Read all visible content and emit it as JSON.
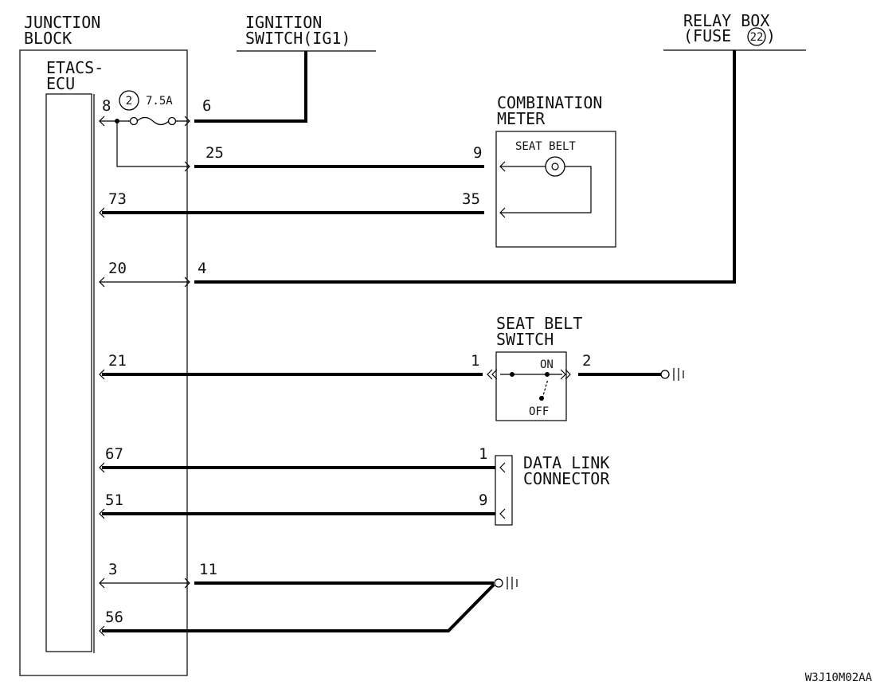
{
  "components": {
    "junction_block": "JUNCTION\nBLOCK",
    "etacs_ecu": "ETACS-\nECU",
    "ignition_switch": "IGNITION\nSWITCH(IG1)",
    "relay_box_line1": "RELAY BOX",
    "relay_box_line2": "(FUSE",
    "relay_box_line2_end": ")",
    "relay_box_fuse_no": "22",
    "combination_meter": "COMBINATION\nMETER",
    "seat_belt_indicator": "SEAT BELT",
    "seat_belt_switch": "SEAT BELT\nSWITCH",
    "switch_on": "ON",
    "switch_off": "OFF",
    "data_link_connector": "DATA LINK\nCONNECTOR"
  },
  "fuse": {
    "number": "2",
    "rating": "7.5A"
  },
  "pins": {
    "ecu_8": "8",
    "jb_6": "6",
    "jb_25": "25",
    "meter_9": "9",
    "ecu_73": "73",
    "meter_35": "35",
    "ecu_20": "20",
    "jb_4": "4",
    "ecu_21": "21",
    "sw_1": "1",
    "sw_2": "2",
    "ecu_67": "67",
    "dlc_1": "1",
    "ecu_51": "51",
    "dlc_9": "9",
    "ecu_3": "3",
    "jb_11": "11",
    "ecu_56": "56"
  },
  "figure_code": "W3J10M02AA",
  "colors": {
    "line": "#000000",
    "background": "#ffffff"
  }
}
